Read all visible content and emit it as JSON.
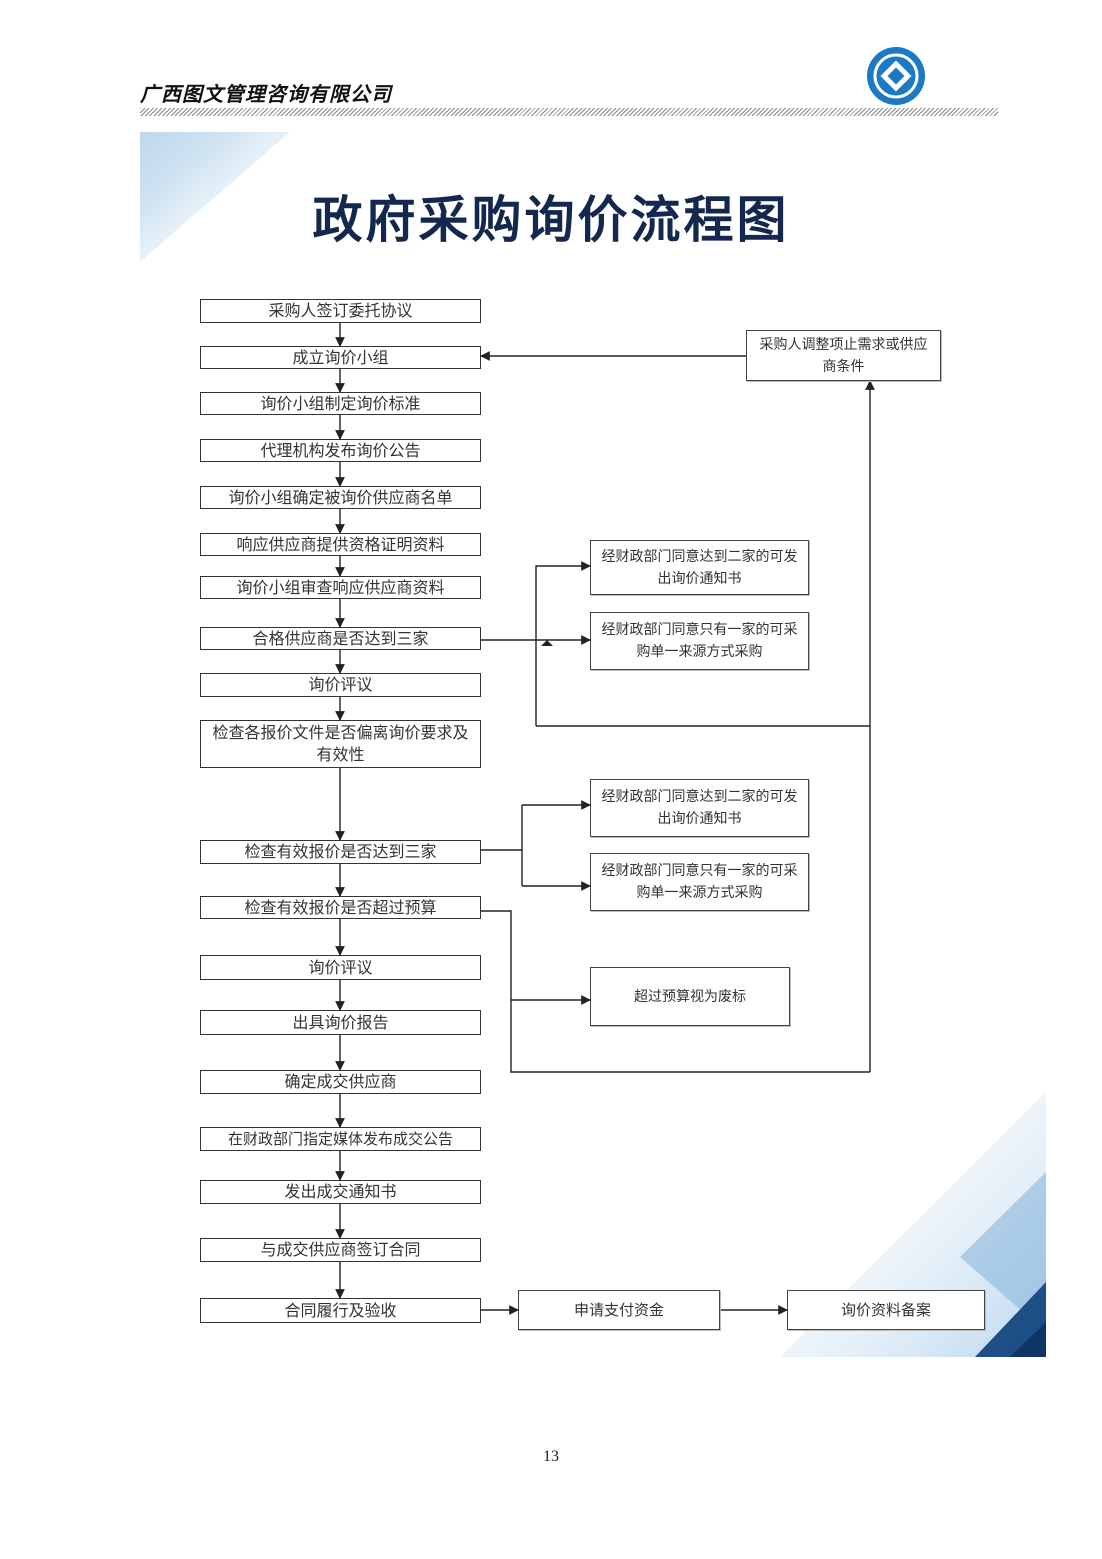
{
  "header": {
    "company_name": "广西图文管理咨询有限公司"
  },
  "title": "政府采购询价流程图",
  "flow_steps": [
    "采购人签订委托协议",
    "成立询价小组",
    "询价小组制定询价标准",
    "代理机构发布询价公告",
    "询价小组确定被询价供应商名单",
    "响应供应商提供资格证明资料",
    "询价小组审查响应供应商资料",
    "合格供应商是否达到三家",
    "询价评议",
    "检查各报价文件是否偏离询价要求及有效性",
    "检查有效报价是否达到三家",
    "检查有效报价是否超过预算",
    "询价评议",
    "出具询价报告",
    "确定成交供应商",
    "在财政部门指定媒体发布成交公告",
    "发出成交通知书",
    "与成交供应商签订合同",
    "合同履行及验收"
  ],
  "side_boxes": {
    "adjust": "采购人调整项止需求或供应商条件",
    "two_a": "经财政部门同意达到二家的可发出询价通知书",
    "one_a": "经财政部门同意只有一家的可采购单一来源方式采购",
    "two_b": "经财政部门同意达到二家的可发出询价通知书",
    "one_b": "经财政部门同意只有一家的可采购单一来源方式采购",
    "over_budget": "超过预算视为废标",
    "pay": "申请支付资金",
    "archive": "询价资料备案"
  },
  "page_number": "13",
  "colors": {
    "title": "#14284f",
    "logo_blue": "#1c7ac4",
    "decor_light": "#cfe3f1",
    "decor_dark": "#1d4f86"
  }
}
